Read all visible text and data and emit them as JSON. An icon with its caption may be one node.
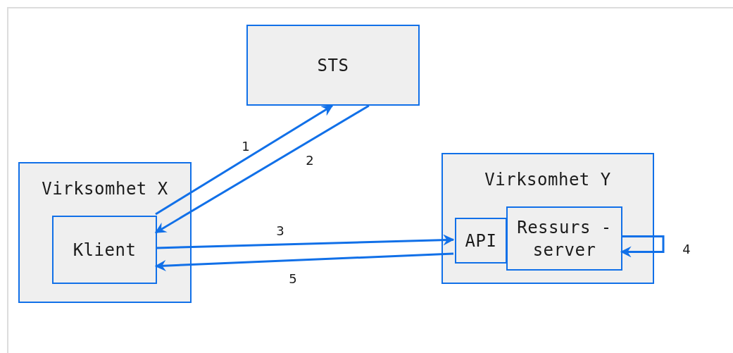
{
  "diagram": {
    "nodes": [
      {
        "text": [
          "STS"
        ]
      },
      {
        "text": [
          "Virksomhet X"
        ]
      },
      {
        "text": [
          "Klient"
        ],
        "in": 1
      },
      {
        "text": [
          "Virksomhet Y"
        ]
      },
      {
        "text": [
          "API"
        ],
        "in": 3
      },
      {
        "text": [
          "Ressurs -server"
        ],
        "in": 3
      }
    ],
    "edges": [
      {
        "from": 2,
        "to": 0,
        "arrow": "to",
        "label": "1"
      },
      {
        "from": 0,
        "to": 2,
        "arrow": "to",
        "label": "2"
      },
      {
        "from": 2,
        "to": 4,
        "arrow": "to",
        "label": "3"
      },
      {
        "from": 5,
        "to": 5,
        "arrow": "to",
        "label": "4"
      },
      {
        "from": 4,
        "to": 2,
        "arrow": "to",
        "label": "5"
      }
    ]
  }
}
